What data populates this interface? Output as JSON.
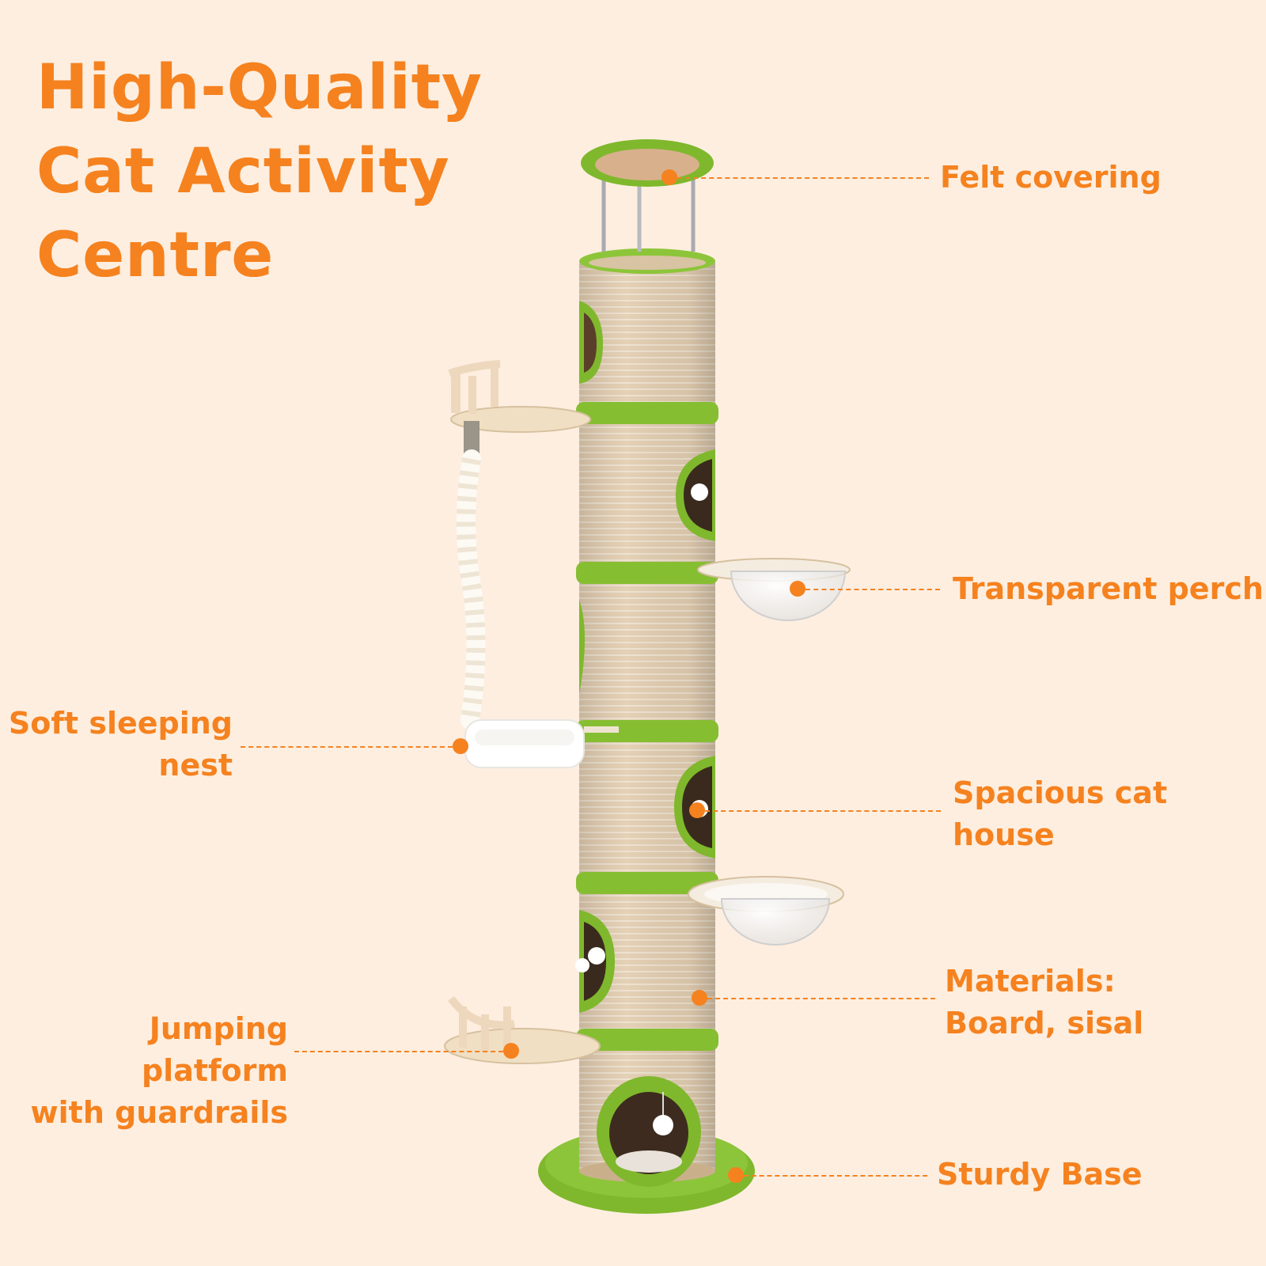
{
  "title": {
    "line1": "High-Quality",
    "line2": "Cat Activity",
    "line3": "Centre"
  },
  "labels": {
    "felt": {
      "line1": "Felt covering"
    },
    "perch": {
      "line1": "Transparent perch"
    },
    "nest": {
      "line1": "Soft sleeping",
      "line2": "nest"
    },
    "house": {
      "line1": "Spacious cat",
      "line2": "house"
    },
    "materials": {
      "line1": "Materials:",
      "line2": "Board, sisal"
    },
    "platform": {
      "line1": "Jumping platform",
      "line2": "with guardrails"
    },
    "base": {
      "line1": "Sturdy Base"
    }
  },
  "colors": {
    "accent": "#f5821f",
    "background": "#fdeee0",
    "sisal": "#e3cfb2",
    "felt": "#7fb82c",
    "wood": "#f1dfc3"
  }
}
